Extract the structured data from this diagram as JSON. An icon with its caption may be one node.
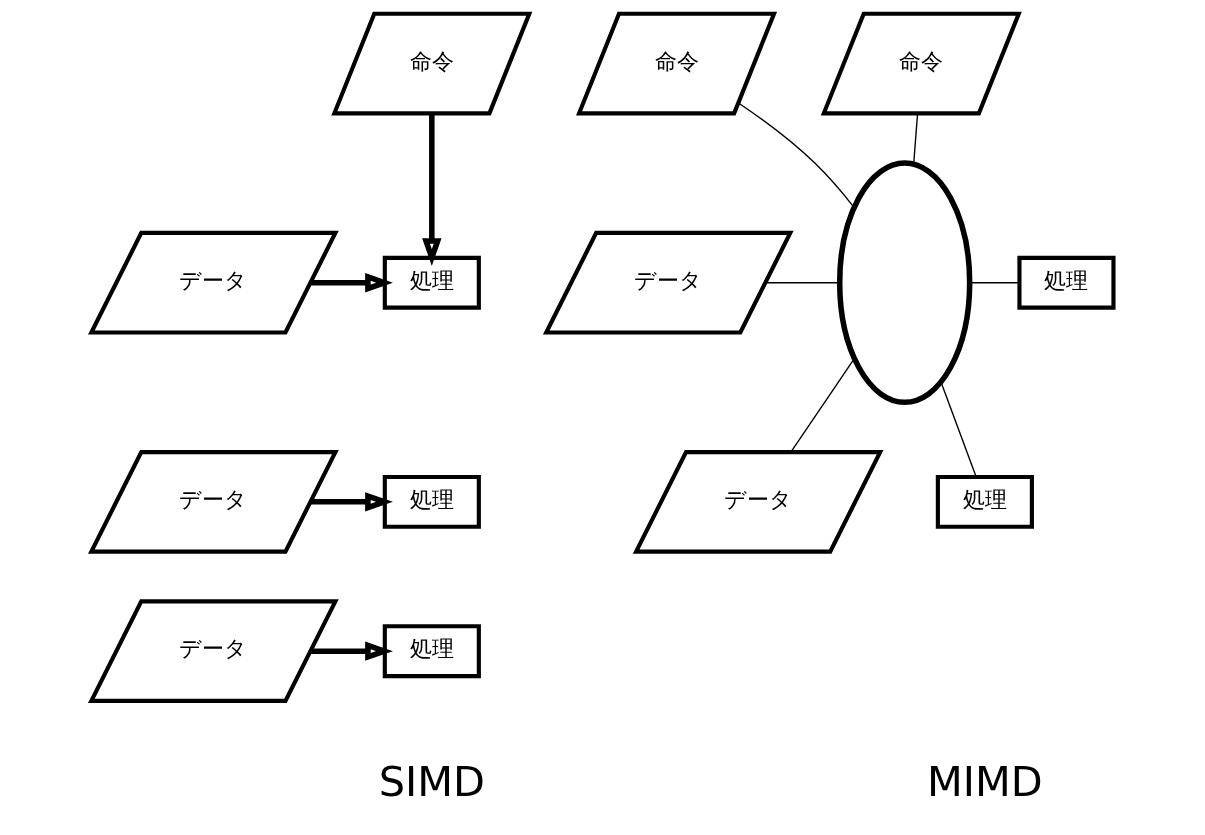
{
  "diagram": {
    "nodes": [
      {
        "text": [
          "命令"
        ]
      },
      {
        "text": [
          "データ"
        ]
      },
      {
        "text": [
          "処理"
        ]
      },
      {
        "text": [
          "データ"
        ]
      },
      {
        "text": [
          "処理"
        ]
      },
      {
        "text": [
          "データ"
        ]
      },
      {
        "text": [
          "処理"
        ]
      },
      {
        "text": [
          "命令"
        ]
      },
      {
        "text": [
          "命令"
        ]
      },
      {
        "text": [
          "データ"
        ]
      },
      {
        "text": [
          "データ"
        ]
      },
      {
        "text": [],
        "shape": "cloud"
      },
      {
        "text": [
          "処理"
        ]
      },
      {
        "text": [
          "処理"
        ]
      }
    ],
    "edges": [
      {
        "from": 0,
        "to": 2,
        "arrow": "to",
        "style": "thick"
      },
      {
        "from": 1,
        "to": 2,
        "arrow": "to",
        "style": "thick"
      },
      {
        "from": 3,
        "to": 4,
        "arrow": "to",
        "style": "thick"
      },
      {
        "from": 5,
        "to": 6,
        "arrow": "to",
        "style": "thick"
      },
      {
        "from": 7,
        "to": 11,
        "arrow": "none"
      },
      {
        "from": 8,
        "to": 11,
        "arrow": "none"
      },
      {
        "from": 9,
        "to": 11,
        "arrow": "none"
      },
      {
        "from": 10,
        "to": 11,
        "arrow": "none"
      },
      {
        "from": 11,
        "to": 12,
        "arrow": "none"
      },
      {
        "from": 11,
        "to": 13,
        "arrow": "none"
      }
    ],
    "labels": [
      "SIMD",
      "MIMD"
    ]
  }
}
